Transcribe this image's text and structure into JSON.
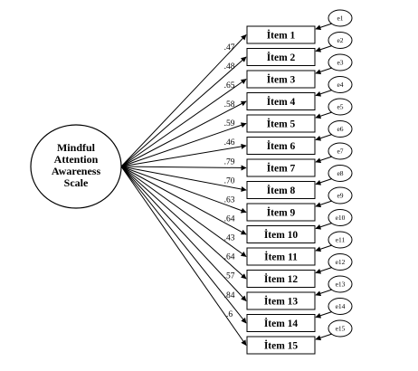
{
  "latent": {
    "lines": [
      "Mindful",
      "Attention",
      "Awareness",
      "Scale"
    ]
  },
  "items": [
    {
      "label": "İtem 1",
      "loading": ".47",
      "error": "e1"
    },
    {
      "label": "İtem 2",
      "loading": ".48",
      "error": "e2"
    },
    {
      "label": "İtem 3",
      "loading": ".65",
      "error": "e3"
    },
    {
      "label": "İtem 4",
      "loading": ".58",
      "error": "e4"
    },
    {
      "label": "İtem 5",
      "loading": ".59",
      "error": "e5"
    },
    {
      "label": "İtem 6",
      "loading": ".46",
      "error": "e6"
    },
    {
      "label": "İtem 7",
      "loading": ".79",
      "error": "e7"
    },
    {
      "label": "İtem 8",
      "loading": ".70",
      "error": "e8"
    },
    {
      "label": "İtem 9",
      "loading": ".63",
      "error": "e9"
    },
    {
      "label": "İtem 10",
      "loading": ".64",
      "error": "e10"
    },
    {
      "label": "İtem 11",
      "loading": ".43",
      "error": "e11"
    },
    {
      "label": "İtem 12",
      "loading": ".64",
      "error": "e12"
    },
    {
      "label": "İtem 13",
      "loading": ".57",
      "error": "e13"
    },
    {
      "label": "İtem 14",
      "loading": ".84",
      "error": "e14"
    },
    {
      "label": "İtem 15",
      "loading": ".6",
      "error": "e15"
    }
  ]
}
